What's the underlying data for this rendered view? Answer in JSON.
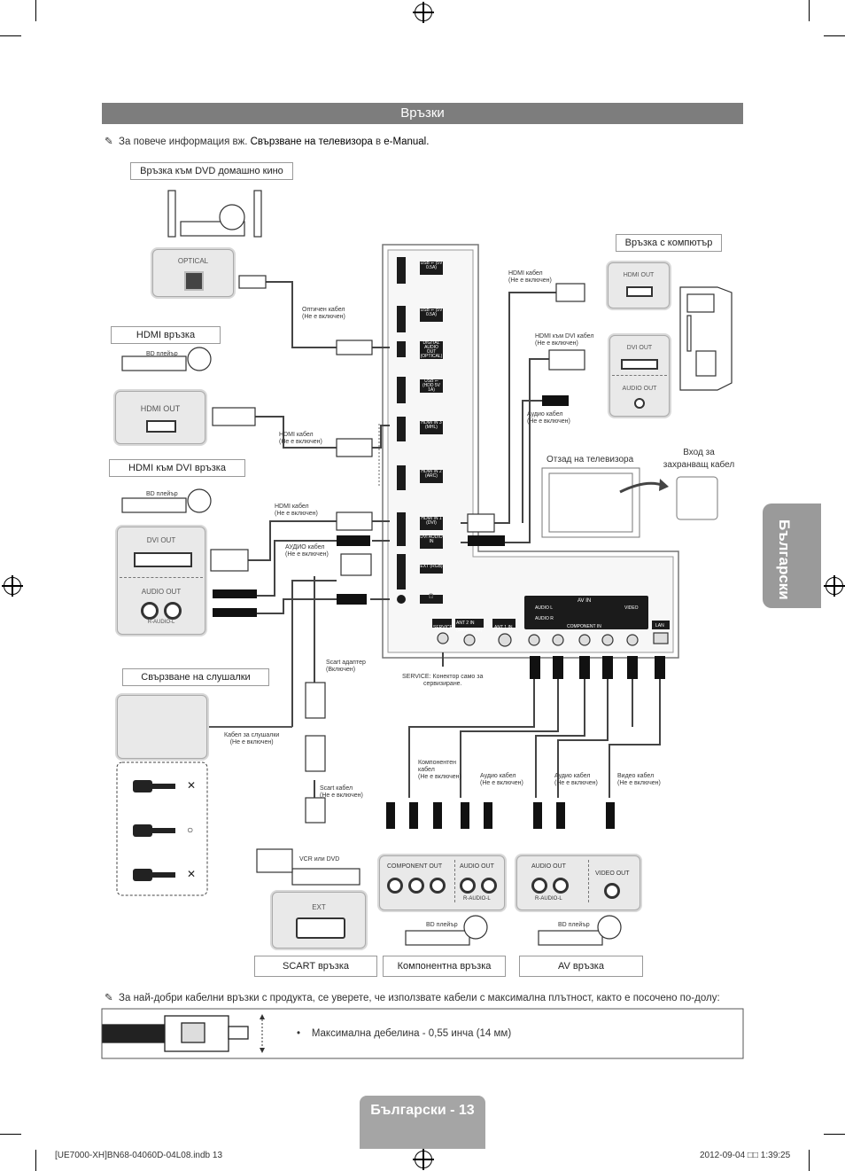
{
  "title": "Връзки",
  "top_note": {
    "prefix": "За повече информация вж.",
    "link": "Свързване на телевизора",
    "mid": "в",
    "manual": "e-Manual."
  },
  "labels": {
    "dvd_home": "Връзка към DVD домашно кино",
    "pc": "Връзка с компютър",
    "hdmi": "HDMI връзка",
    "hdmi_dvi": "HDMI към DVI връзка",
    "headphones": "Свързване на слушалки",
    "scart": "SCART връзка",
    "component": "Компонентна връзка",
    "av": "AV връзка"
  },
  "ports": {
    "optical": "OPTICAL",
    "hdmi_out": "HDMI OUT",
    "dvi_out": "DVI OUT",
    "audio_out": "AUDIO OUT",
    "r_audio_l": "R-AUDIO-L",
    "ext": "EXT",
    "component_out": "COMPONENT OUT",
    "video_out": "VIDEO OUT",
    "pc_hdmi_out": "HDMI OUT",
    "pc_dvi_out": "DVI OUT",
    "pc_audio_out": "AUDIO OUT"
  },
  "devices": {
    "bd1": "BD плейър",
    "bd2": "BD плейър",
    "bd3": "BD плейър",
    "bd4": "BD плейър",
    "vcr": "VCR или DVD"
  },
  "cables": {
    "optical": [
      "Оптичен кабел",
      "(Не е включен)"
    ],
    "hdmi1": [
      "HDMI кабел",
      "(Не е включен)"
    ],
    "hdmi2": [
      "HDMI кабел",
      "(Не е включен)"
    ],
    "audio1": [
      "АУДИО кабел",
      "(Не е включен)"
    ],
    "pc_hdmi": [
      "HDMI кабел",
      "(Не е включен)"
    ],
    "pc_dvi": [
      "HDMI към DVI кабел",
      "(Не е включен)"
    ],
    "pc_audio": [
      "Аудио кабел",
      "(Не е включен)"
    ],
    "scart_adapter": [
      "Scart адаптер",
      "(Включен)"
    ],
    "headphone_cable": [
      "Кабел за слушалки",
      "(Не е включен)"
    ],
    "scart_cable": [
      "Scart кабел",
      "(Не е включен)"
    ],
    "component_cable": [
      "Компонентен",
      "кабел",
      "(Не е включен)"
    ],
    "audio2": [
      "Аудио кабел",
      "(Не е включен)"
    ],
    "audio3": [
      "Аудио кабел",
      "(Не е включен)"
    ],
    "video": [
      "Видео кабел",
      "(Не е включен)"
    ]
  },
  "tv_ports": [
    "USB ⭠ (5V 0.5A)",
    "USB ⭠ (5V 0.5A)",
    "DIGITAL AUDIO OUT (OPTICAL)",
    "USB ⭠ (HDD 5V 1A)",
    "HDMI IN 3 (MHL)",
    "HDMI IN 2 (ARC)",
    "HDMI IN 1 (DVI)",
    "DVI AUDIO IN",
    "EXT (RGB)",
    "🎧"
  ],
  "tv_bottom": {
    "service": "SERVICE",
    "ant2": "ANT 2 IN (SATELLITE)",
    "ant1": "ANT 1 IN",
    "av_in": "AV IN",
    "video": "VIDEO",
    "audio_l": "AUDIO L",
    "audio_r": "AUDIO R",
    "component_in": "COMPONENT IN",
    "lan": "LAN"
  },
  "service_note": [
    "SERVICE: Конектор само за",
    "сервизиране."
  ],
  "tv_back": "Отзад на телевизора",
  "power": [
    "Вход за",
    "захранващ кабел"
  ],
  "bottom_note": "За най-добри кабелни връзки с продукта, се уверете, че използвате кабели с максимална плътност, както е посочено по-долу:",
  "max_thickness": "Максимална дебелина - 0,55 инча (14 мм)",
  "side_tab": "Български",
  "page": "Български - 13",
  "footer_left": "[UE7000-XH]BN68-04060D-04L08.indb   13",
  "footer_right": "2012-09-04   □□ 1:39:25",
  "headphone_marks": [
    "✕",
    "○",
    "✕"
  ]
}
